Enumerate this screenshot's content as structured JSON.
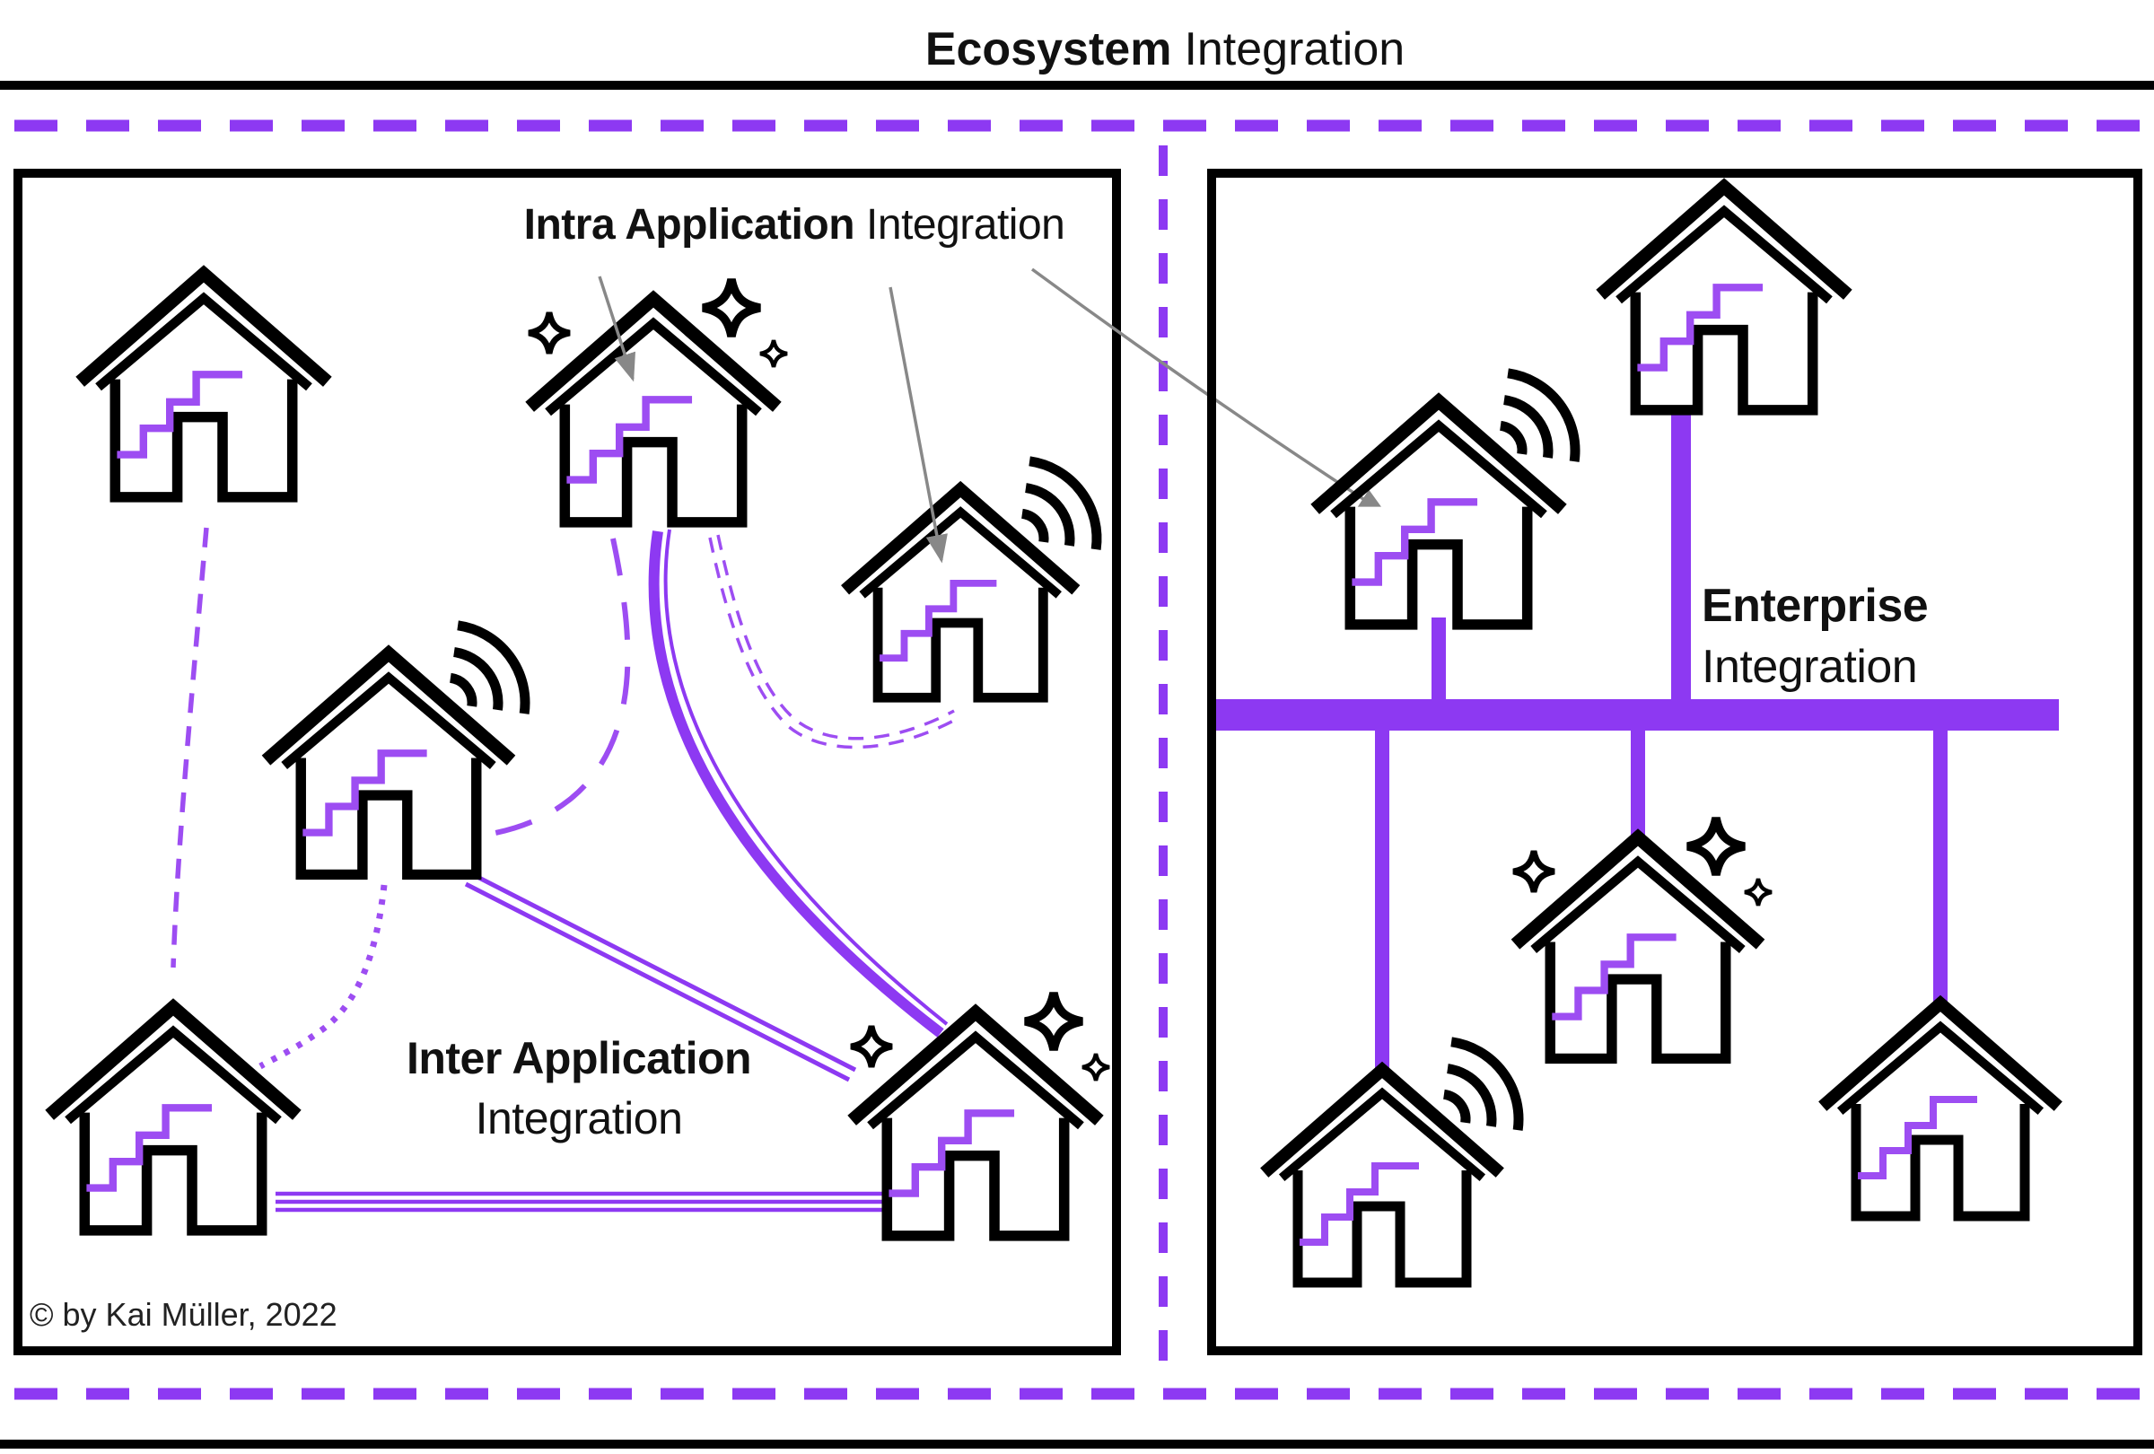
{
  "title": {
    "emphasis": "Ecosystem",
    "rest": "Integration"
  },
  "labels": {
    "intra": {
      "emphasis": "Intra Application",
      "rest": "Integration"
    },
    "inter": {
      "emphasis": "Inter Application",
      "rest": "Integration"
    },
    "enterprise": {
      "emphasis": "Enterprise",
      "rest": "Integration"
    }
  },
  "copyright": "© by Kai Müller, 2022",
  "colors": {
    "accent_purple": "#8d39f2",
    "stairs_purple": "#9d4df2",
    "outline_black": "#000000",
    "arrow_gray": "#888888"
  },
  "icons": {
    "house": "house-with-stairs-icon",
    "wifi": "wifi-signal-icon",
    "sparkle": "sparkle-icon"
  },
  "structure": {
    "left_panel": {
      "houses": [
        {
          "id": "plain-top-left",
          "decoration": "none"
        },
        {
          "id": "sparkle-top-middle",
          "decoration": "sparkles"
        },
        {
          "id": "wifi-right",
          "decoration": "wifi"
        },
        {
          "id": "wifi-middle-left",
          "decoration": "wifi"
        },
        {
          "id": "plain-bottom-left",
          "decoration": "none"
        },
        {
          "id": "sparkle-bottom-right",
          "decoration": "sparkles"
        }
      ],
      "connection_styles": [
        "dashed",
        "long-dash",
        "thick-double-ribbon",
        "double-dashed",
        "dotted",
        "double-solid",
        "triple-solid"
      ]
    },
    "right_panel": {
      "houses": [
        {
          "id": "plain-top",
          "decoration": "none"
        },
        {
          "id": "wifi-upper-left",
          "decoration": "wifi"
        },
        {
          "id": "sparkle-middle",
          "decoration": "sparkles"
        },
        {
          "id": "wifi-bottom-left",
          "decoration": "wifi"
        },
        {
          "id": "plain-bottom-right",
          "decoration": "none"
        }
      ],
      "connection_styles": [
        "enterprise-bus"
      ]
    }
  }
}
